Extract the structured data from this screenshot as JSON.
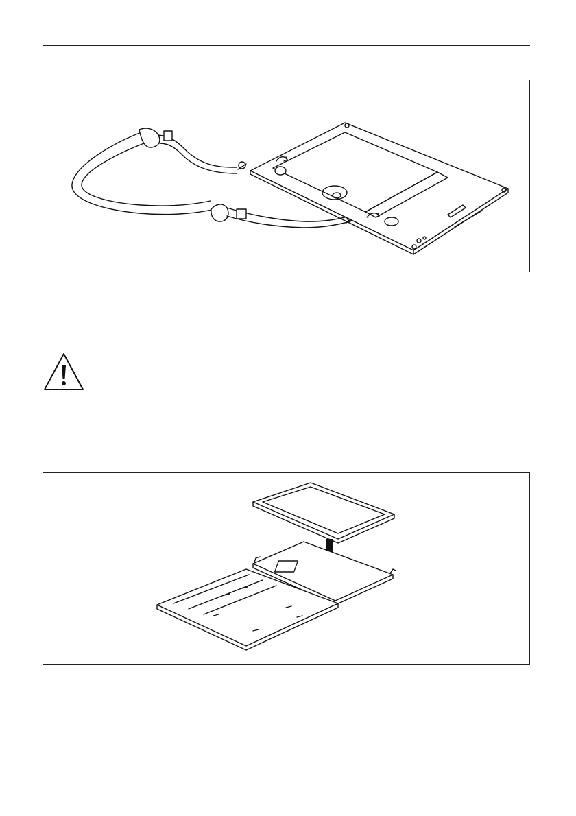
{
  "page": {
    "header_rule": true,
    "footer_rule": true
  },
  "figures": [
    {
      "id": "strap",
      "depicts": "tablet-with-shoulder-strap",
      "labels": []
    },
    {
      "id": "stand",
      "depicts": "tablet-inserted-into-cover-stand",
      "labels": []
    }
  ],
  "warning": {
    "icon": "warning-triangle-icon"
  }
}
